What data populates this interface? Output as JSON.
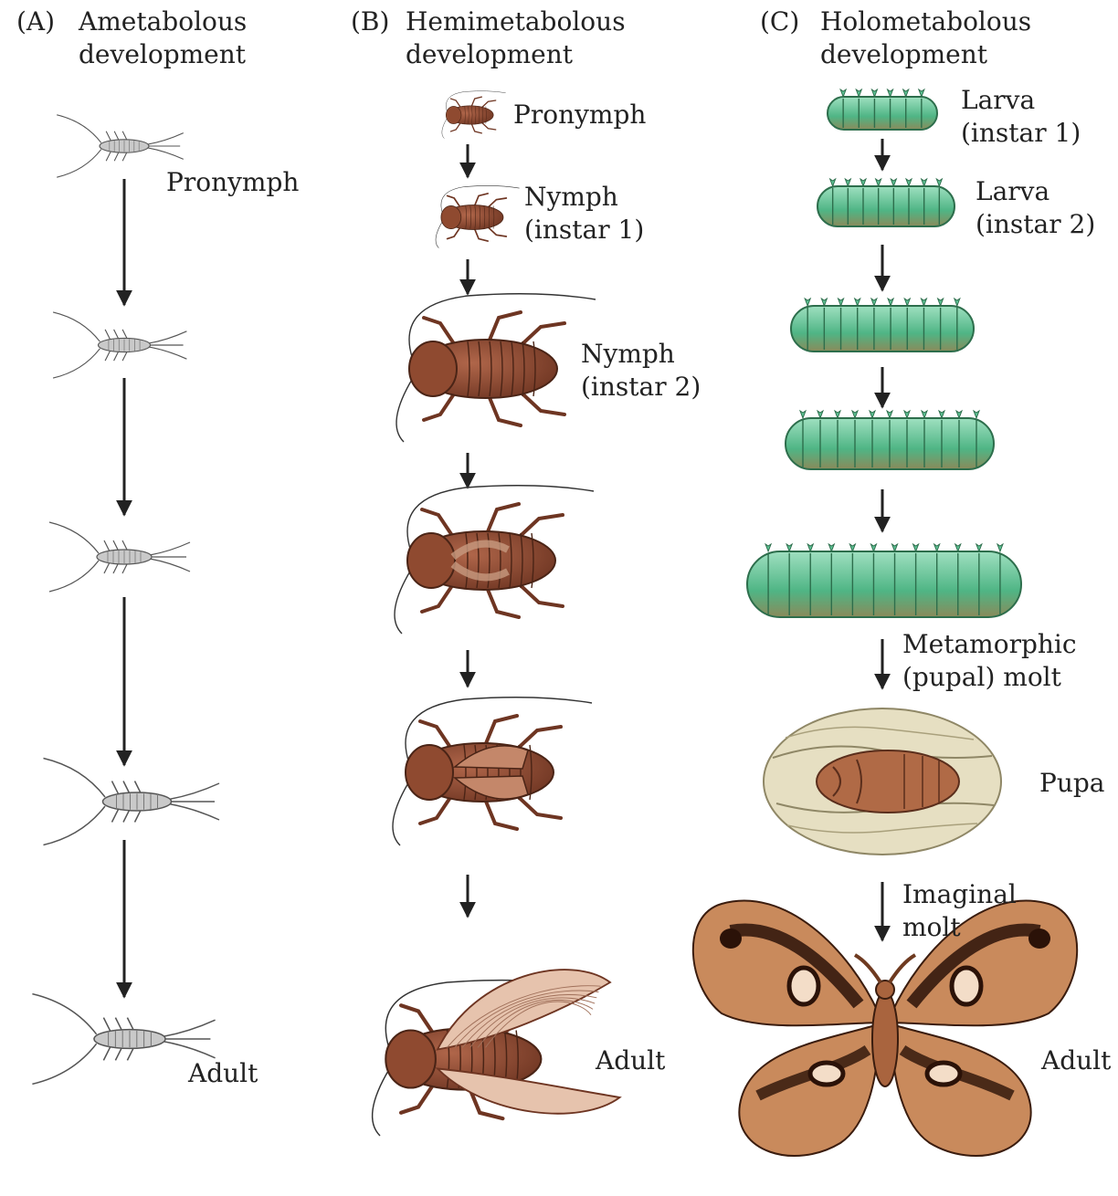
{
  "columns": {
    "a": {
      "letter": "(A)",
      "title": "Ametabolous\ndevelopment"
    },
    "b": {
      "letter": "(B)",
      "title": "Hemimetabolous\ndevelopment"
    },
    "c": {
      "letter": "(C)",
      "title": "Holometabolous\ndevelopment"
    }
  },
  "labels": {
    "a_pronymph": "Pronymph",
    "a_adult": "Adult",
    "b_pronymph": "Pronymph",
    "b_nymph1": "Nymph\n(instar 1)",
    "b_nymph2": "Nymph\n(instar 2)",
    "b_adult": "Adult",
    "c_larva1": "Larva\n(instar 1)",
    "c_larva2": "Larva\n(instar 2)",
    "c_metamorphic": "Metamorphic\n(pupal) molt",
    "c_pupa": "Pupa",
    "c_imaginal": "Imaginal\nmolt",
    "c_adult": "Adult"
  },
  "colors": {
    "silverfish": "#c9c9c9",
    "cockroach": "#8a4a30",
    "caterpillar": "#5ec496",
    "pupa": "#b06a46",
    "cocoon": "#d8d0b0",
    "moth": "#c98a5c",
    "ink": "#222222"
  }
}
